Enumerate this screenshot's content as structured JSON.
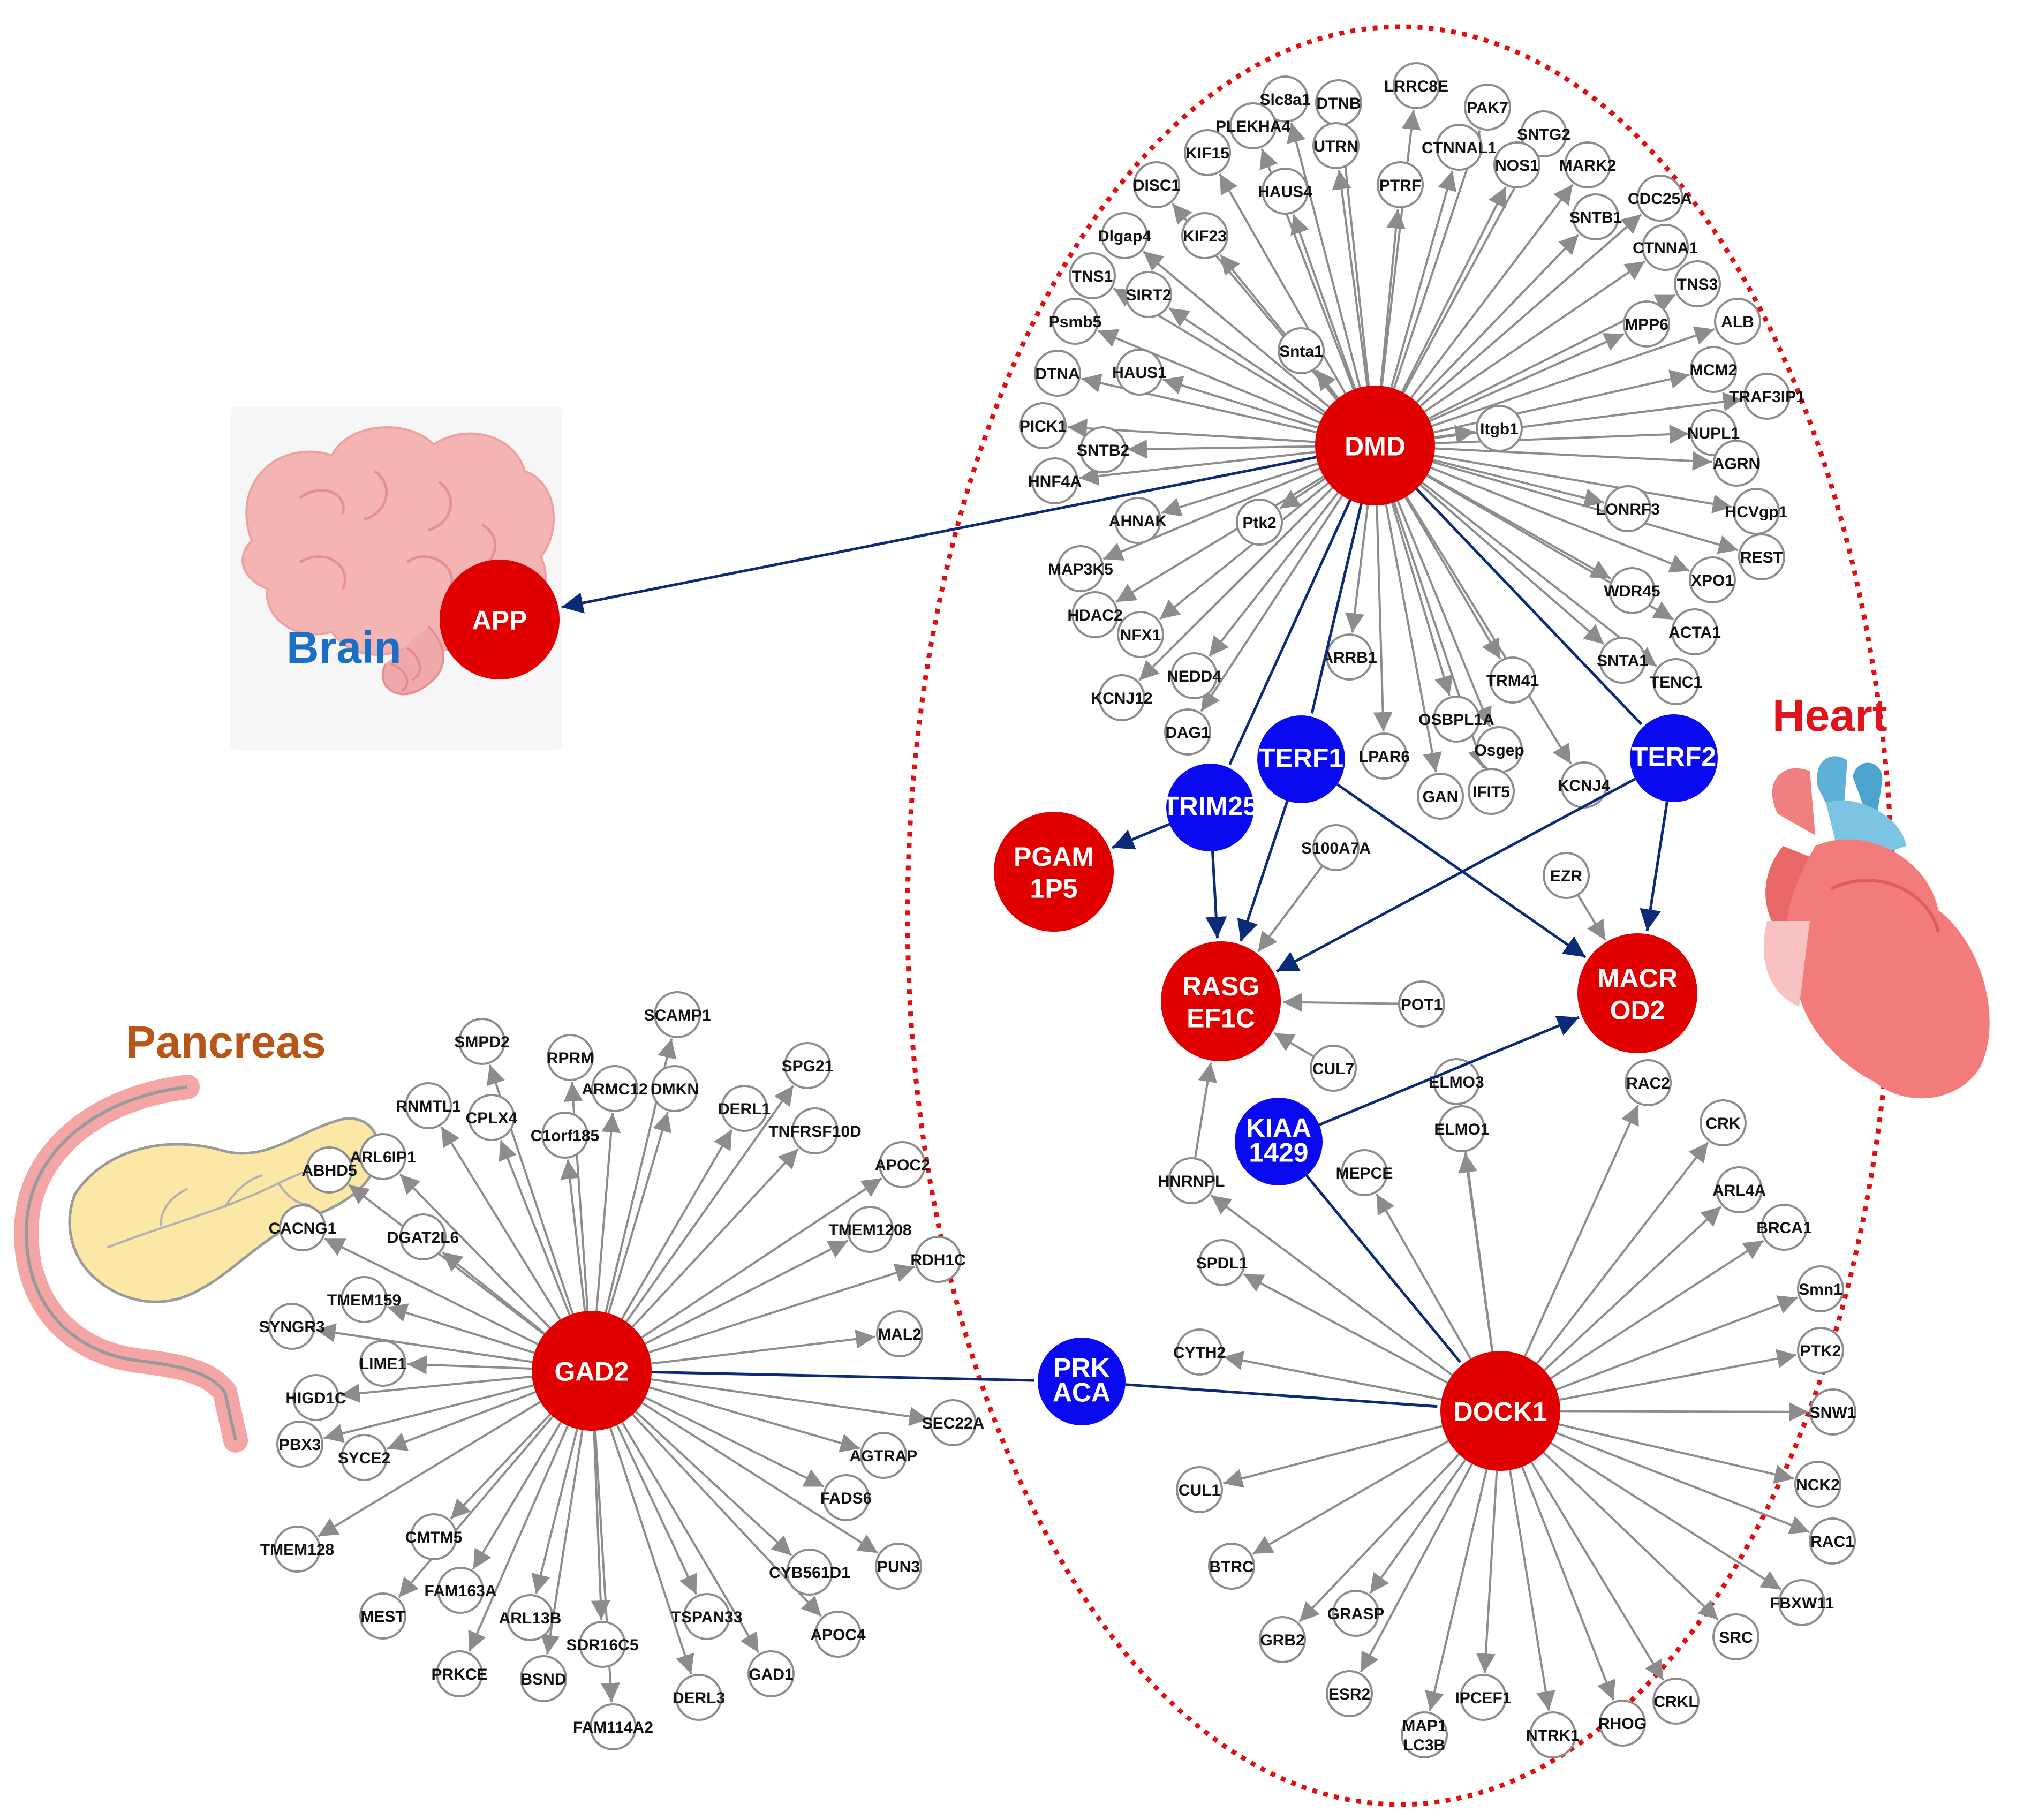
{
  "regions": {
    "brain": {
      "label": "Brain",
      "color": "#1a6fc4"
    },
    "heart": {
      "label": "Heart",
      "color": "#e0141a"
    },
    "pancreas": {
      "label": "Pancreas",
      "color": "#b8561a"
    }
  },
  "colors": {
    "hub_red": "#e00000",
    "hub_blue": "#0a0af0",
    "edge_gray": "#8c8c8c",
    "edge_navy": "#0b2a78",
    "leaf_stroke": "#8c8c8c",
    "ellipse": "#e01010"
  },
  "hubs": {
    "APP": {
      "label": [
        "APP"
      ],
      "kind": "red"
    },
    "DMD": {
      "label": [
        "DMD"
      ],
      "kind": "red"
    },
    "PGAM1P5": {
      "label": [
        "PGAM",
        "1P5"
      ],
      "kind": "red"
    },
    "RASGEF1C": {
      "label": [
        "RASG",
        "EF1C"
      ],
      "kind": "red"
    },
    "MACROD2": {
      "label": [
        "MACR",
        "OD2"
      ],
      "kind": "red"
    },
    "DOCK1": {
      "label": [
        "DOCK1"
      ],
      "kind": "red"
    },
    "GAD2": {
      "label": [
        "GAD2"
      ],
      "kind": "red"
    },
    "TERF1": {
      "label": [
        "TERF1"
      ],
      "kind": "blue"
    },
    "TERF2": {
      "label": [
        "TERF2"
      ],
      "kind": "blue"
    },
    "TRIM25": {
      "label": [
        "TRIM25"
      ],
      "kind": "blue"
    },
    "KIAA1429": {
      "label": [
        "KIAA",
        "1429"
      ],
      "kind": "blue"
    },
    "PRKACA": {
      "label": [
        "PRK",
        "ACA"
      ],
      "kind": "blue"
    }
  },
  "hub_edges": [
    {
      "from": "DMD",
      "to": "APP",
      "arrow": true
    },
    {
      "from": "DMD",
      "to": "TRIM25",
      "arrow": false
    },
    {
      "from": "DMD",
      "to": "TERF1",
      "arrow": false
    },
    {
      "from": "DMD",
      "to": "TERF2",
      "arrow": false
    },
    {
      "from": "TRIM25",
      "to": "PGAM1P5",
      "arrow": true
    },
    {
      "from": "TRIM25",
      "to": "RASGEF1C",
      "arrow": true
    },
    {
      "from": "TERF1",
      "to": "RASGEF1C",
      "arrow": true
    },
    {
      "from": "TERF1",
      "to": "MACROD2",
      "arrow": true
    },
    {
      "from": "TERF2",
      "to": "RASGEF1C",
      "arrow": true
    },
    {
      "from": "TERF2",
      "to": "MACROD2",
      "arrow": true
    },
    {
      "from": "KIAA1429",
      "to": "MACROD2",
      "arrow": true
    },
    {
      "from": "KIAA1429",
      "to": "DOCK1",
      "arrow": false
    },
    {
      "from": "GAD2",
      "to": "PRKACA",
      "arrow": false
    },
    {
      "from": "PRKACA",
      "to": "DOCK1",
      "arrow": false
    }
  ],
  "dmd_targets": [
    "Slc8a1",
    "DTNB",
    "LRRC8E",
    "PAK7",
    "PLEKHA4",
    "UTRN",
    "CTNNAL1",
    "SNTG2",
    "KIF15",
    "PTRF",
    "NOS1",
    "MARK2",
    "HAUS4",
    "DISC1",
    "SNTB1",
    "CDC25A",
    "KIF23",
    "Dlgap4",
    "CTNNA1",
    "TNS3",
    "TNS1",
    "SIRT2",
    "Psmb5",
    "MPP6",
    "ALB",
    "Snta1",
    "DTNA",
    "HAUS1",
    "MCM2",
    "TRAF3IP1",
    "PICK1",
    "Itgb1",
    "NUPL1",
    "SNTB2",
    "AGRN",
    "HNF4A",
    "HCVgp1",
    "LONRF3",
    "AHNAK",
    "Ptk2",
    "REST",
    "MAP3K5",
    "XPO1",
    "WDR45",
    "HDAC2",
    "NFX1",
    "ACTA1",
    "KCNJ12",
    "NEDD4",
    "ARRB1",
    "TRM41",
    "SNTA1",
    "TENC1",
    "DAG1",
    "OSBPL1A",
    "LPAR6",
    "Osgep",
    "GAN",
    "IFIT5",
    "KCNJ4"
  ],
  "small_to_rasgef1c": [
    "S100A7A",
    "POT1",
    "CUL7",
    "HNRNPL"
  ],
  "small_to_macrod2": [
    "EZR"
  ],
  "dock1_targets": [
    "ELMO3",
    "RAC2",
    "CRK",
    "ELMO1",
    "ARL4A",
    "MEPCE",
    "BRCA1",
    "HNRNPL",
    "SPDL1",
    "Smn1",
    "PTK2",
    "CYTH2",
    "SNW1",
    "NCK2",
    "CUL1",
    "RAC1",
    "FBXW11",
    "BTRC",
    "SRC",
    "GRASP",
    "GRB2",
    "ESR2",
    "CRKL",
    "IPCEF1",
    "RHOG",
    "NTRK1",
    "MAP1LC3B"
  ],
  "gad2_targets": [
    "SMPD2",
    "SCAMP1",
    "RPRM",
    "RNMTL1",
    "CPLX4",
    "ARMC12",
    "DMKN",
    "SPG21",
    "C1orf185",
    "DERL1",
    "ARL6IP1",
    "TNFRSF10D",
    "ABHD5",
    "APOC2",
    "CACNG1",
    "DGAT2L6",
    "TMEM1208",
    "RDH1C",
    "TMEM159",
    "SYNGR3",
    "MAL2",
    "LIME1",
    "HIGD1C",
    "SEC22A",
    "PBX3",
    "SYCE2",
    "AGTRAP",
    "FADS6",
    "TMEM128",
    "CMTM5",
    "PUN3",
    "CYB561D1",
    "FAM163A",
    "MEST",
    "ARL13B",
    "TSPAN33",
    "APOC4",
    "SDR16C5",
    "PRKCE",
    "BSND",
    "GAD1",
    "DERL3",
    "FAM114A2"
  ],
  "leaf_labels": {
    "MAP1LC3B": [
      "MAP1",
      "LC3B"
    ]
  }
}
